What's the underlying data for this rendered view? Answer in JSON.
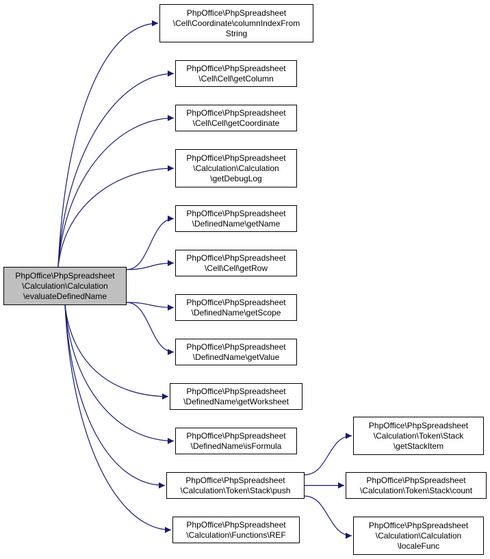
{
  "colors": {
    "edge": "#191970",
    "focus_fill": "#bfbfbf",
    "node_fill": "#ffffff",
    "border": "#000000"
  },
  "focus": {
    "id": "evaluateDefinedName",
    "lines": [
      "PhpOffice\\PhpSpreadsheet",
      "\\Calculation\\Calculation",
      "\\evaluateDefinedName"
    ]
  },
  "callees": [
    {
      "id": "columnIndexFromString",
      "lines": [
        "PhpOffice\\PhpSpreadsheet",
        "\\Cell\\Coordinate\\columnIndexFrom",
        "String"
      ]
    },
    {
      "id": "getColumn",
      "lines": [
        "PhpOffice\\PhpSpreadsheet",
        "\\Cell\\Cell\\getColumn"
      ]
    },
    {
      "id": "getCoordinate",
      "lines": [
        "PhpOffice\\PhpSpreadsheet",
        "\\Cell\\Cell\\getCoordinate"
      ]
    },
    {
      "id": "getDebugLog",
      "lines": [
        "PhpOffice\\PhpSpreadsheet",
        "\\Calculation\\Calculation",
        "\\getDebugLog"
      ]
    },
    {
      "id": "getName",
      "lines": [
        "PhpOffice\\PhpSpreadsheet",
        "\\DefinedName\\getName"
      ]
    },
    {
      "id": "getRow",
      "lines": [
        "PhpOffice\\PhpSpreadsheet",
        "\\Cell\\Cell\\getRow"
      ]
    },
    {
      "id": "getScope",
      "lines": [
        "PhpOffice\\PhpSpreadsheet",
        "\\DefinedName\\getScope"
      ]
    },
    {
      "id": "getValue",
      "lines": [
        "PhpOffice\\PhpSpreadsheet",
        "\\DefinedName\\getValue"
      ]
    },
    {
      "id": "getWorksheet",
      "lines": [
        "PhpOffice\\PhpSpreadsheet",
        "\\DefinedName\\getWorksheet"
      ]
    },
    {
      "id": "isFormula",
      "lines": [
        "PhpOffice\\PhpSpreadsheet",
        "\\DefinedName\\isFormula"
      ]
    },
    {
      "id": "push",
      "lines": [
        "PhpOffice\\PhpSpreadsheet",
        "\\Calculation\\Token\\Stack\\push"
      ]
    },
    {
      "id": "REF",
      "lines": [
        "PhpOffice\\PhpSpreadsheet",
        "\\Calculation\\Functions\\REF"
      ]
    },
    {
      "id": "getStackItem",
      "lines": [
        "PhpOffice\\PhpSpreadsheet",
        "\\Calculation\\Token\\Stack",
        "\\getStackItem"
      ]
    },
    {
      "id": "count",
      "lines": [
        "PhpOffice\\PhpSpreadsheet",
        "\\Calculation\\Token\\Stack\\count"
      ]
    },
    {
      "id": "localeFunc",
      "lines": [
        "PhpOffice\\PhpSpreadsheet",
        "\\Calculation\\Calculation",
        "\\localeFunc"
      ]
    }
  ],
  "edges": [
    [
      "evaluateDefinedName",
      "columnIndexFromString"
    ],
    [
      "evaluateDefinedName",
      "getColumn"
    ],
    [
      "evaluateDefinedName",
      "getCoordinate"
    ],
    [
      "evaluateDefinedName",
      "getDebugLog"
    ],
    [
      "evaluateDefinedName",
      "getName"
    ],
    [
      "evaluateDefinedName",
      "getRow"
    ],
    [
      "evaluateDefinedName",
      "getScope"
    ],
    [
      "evaluateDefinedName",
      "getValue"
    ],
    [
      "evaluateDefinedName",
      "getWorksheet"
    ],
    [
      "evaluateDefinedName",
      "isFormula"
    ],
    [
      "evaluateDefinedName",
      "push"
    ],
    [
      "evaluateDefinedName",
      "REF"
    ],
    [
      "push",
      "getStackItem"
    ],
    [
      "push",
      "count"
    ],
    [
      "push",
      "localeFunc"
    ]
  ]
}
